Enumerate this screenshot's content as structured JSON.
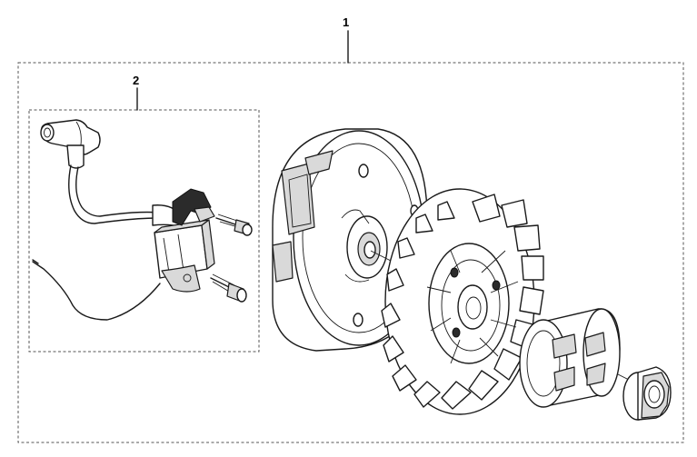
{
  "callouts": [
    {
      "number": "1",
      "part": "flywheel-assembly"
    },
    {
      "number": "2",
      "part": "ignition-coil-assembly"
    }
  ],
  "colors": {
    "line": "#1a1a1a",
    "frame": "#555555",
    "shade_light": "#d9d9d9",
    "shade_dark": "#8c8c8c",
    "background": "#ffffff"
  }
}
